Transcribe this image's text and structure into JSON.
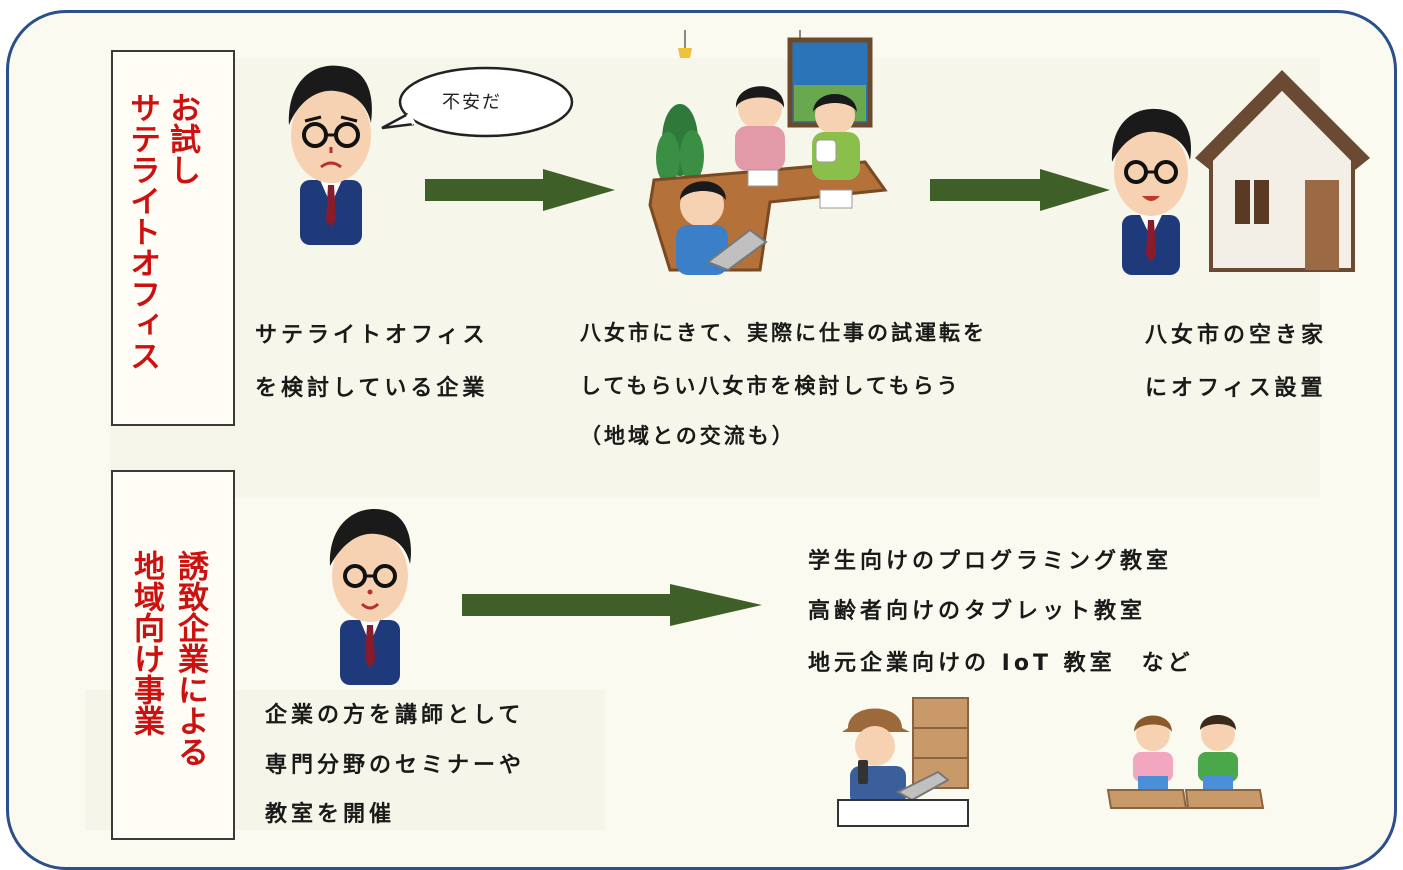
{
  "sections": {
    "top_label_line1": "お試し",
    "top_label_line2": "サテライトオフィス",
    "bottom_label_line1": "誘致企業による",
    "bottom_label_line2": "地域向け事業"
  },
  "bubble": {
    "text": "不安だ"
  },
  "top_row": {
    "col1": [
      "サテライトオフィス",
      "を検討している企業"
    ],
    "col2": [
      "八女市にきて、実際に仕事の試運転を",
      "してもらい八女市を検討してもらう",
      "（地域との交流も）"
    ],
    "col3": [
      "八女市の空き家",
      "にオフィス設置"
    ]
  },
  "bottom_row": {
    "left": [
      "企業の方を講師として",
      "専門分野のセミナーや",
      "教室を開催"
    ],
    "right": [
      "学生向けのプログラミング教室",
      "高齢者向けのタブレット教室",
      "地元企業向けの IoT 教室　など"
    ]
  },
  "colors": {
    "border": "#2a4f8a",
    "label_red": "#cc1111",
    "arrow_green": "#3f5f28",
    "text": "#1a1a1a"
  }
}
